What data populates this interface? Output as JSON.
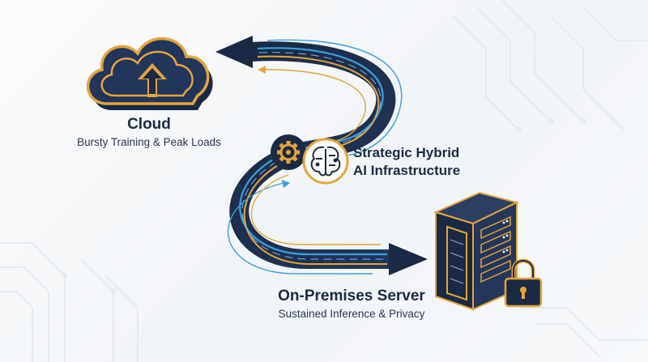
{
  "diagram": {
    "cloud": {
      "title": "Cloud",
      "subtitle": "Bursty Training & Peak Loads"
    },
    "hybrid": {
      "title_line1": "Strategic Hybrid",
      "title_line2": "AI Infrastructure"
    },
    "onprem": {
      "title": "On-Premises Server",
      "subtitle": "Sustained Inference & Privacy"
    }
  },
  "colors": {
    "navy": "#1b2a44",
    "gold": "#e3a53c",
    "blue": "#3aa0dc",
    "background": "#f6f8fa"
  },
  "icons": {
    "cloud": "cloud-upload-icon",
    "server": "server-rack-icon",
    "lock": "padlock-icon",
    "gear": "gear-icon",
    "brain": "brain-circuit-icon"
  }
}
